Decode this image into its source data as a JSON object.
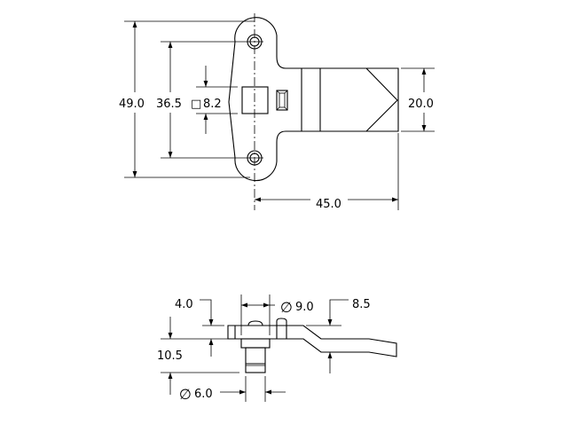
{
  "top_view": {
    "overall_height": "49.0",
    "hole_spacing": "36.5",
    "square_size": "8.2",
    "arm_width": "20.0",
    "arm_length": "45.0"
  },
  "side_view": {
    "plate_thickness": "4.0",
    "bushing_diameter": "9.0",
    "arm_offset": "8.5",
    "stud_length": "10.5",
    "stud_diameter": "6.0"
  },
  "symbols": {
    "square": "□",
    "diameter": "∅"
  }
}
